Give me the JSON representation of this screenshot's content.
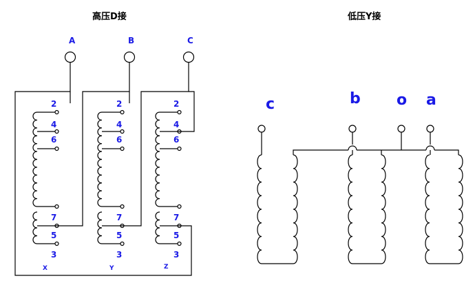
{
  "titles": {
    "hv": "高压D接",
    "lv": "低压Y接"
  },
  "hv_terminals": [
    "A",
    "B",
    "C"
  ],
  "hv_taps": [
    "2",
    "4",
    "6",
    "7",
    "5",
    "3"
  ],
  "hv_ends": [
    "X",
    "Y",
    "Z"
  ],
  "lv_terminals": {
    "c": "c",
    "b": "b",
    "o": "o",
    "a": "a"
  },
  "colors": {
    "label": "#1a1ae6",
    "line": "#000000"
  }
}
